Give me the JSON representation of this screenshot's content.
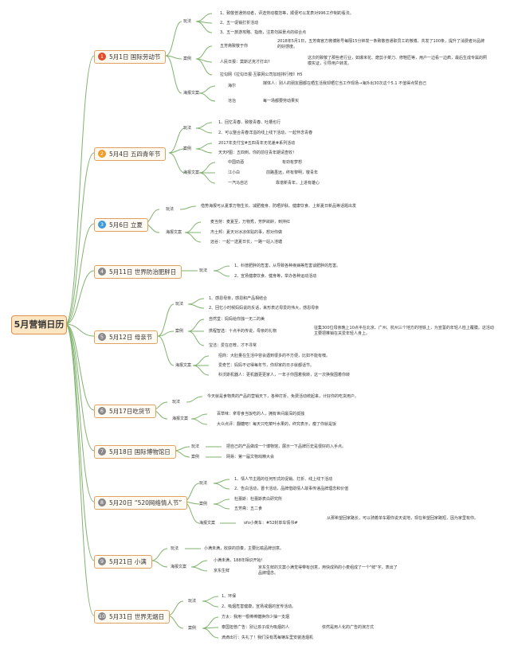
{
  "root": "5月营销日历",
  "colors": {
    "line": "#7fb36e",
    "root_border": "#e0904a",
    "root_fill": "#fde6c4",
    "date_border": "#e0a060",
    "num_red": "#e04a2a",
    "num_orange": "#f09a2a",
    "num_blue": "#3a9ad8",
    "num_gray": "#888888"
  },
  "dates": [
    {
      "num": "1",
      "label": "5月1日  国际劳动节"
    },
    {
      "num": "2",
      "label": "5月4日  五四青年节"
    },
    {
      "num": "3",
      "label": "5月6日  立夏"
    },
    {
      "num": "4",
      "label": "5月11日  世界防治肥胖日"
    },
    {
      "num": "5",
      "label": "5月12日  母亲节"
    },
    {
      "num": "6",
      "label": "5月17日吃货节"
    },
    {
      "num": "7",
      "label": "5月18日  国际博物馆日"
    },
    {
      "num": "8",
      "label": "5月20日 “520网络情人节”"
    },
    {
      "num": "9",
      "label": "5月21日  小满"
    },
    {
      "num": "10",
      "label": "5月31日  世界无烟日"
    }
  ],
  "t": {
    "a1": "玩法",
    "a2": "1、致敬普通劳动者，评选劳动模范等，顺便可以发表对996工作制的看法。",
    "a3": "2、五一促销打折活动",
    "a4": "3、五一旅游攻略、指南，注意勿踩景点的综合点",
    "a5": "案例",
    "a6": "五芳斋致敬于你",
    "a7": "2018年5月1日，五芳斋官方微博账号每隔15分钟发一条致敬普通职员工的微博，共发了100条，提升了消费者对品牌的好感度。",
    "a8": "人民日报：莫斯达克才打出?",
    "a9": "这次的致敬了那些老行业，如爆米花、磨剪子菜刀、修鞋匠等，用户一边看一边疯，最后生成专属的照模实证，引导用户转发。",
    "a10": "拉勾网《拉勾日报·互联网公司加班排行榜》H5",
    "a11": "海报文案",
    "a12": "海尔",
    "a13": "媒体人：别人的朋友圈都在晒生活我却晒它当工作现场→海外出30次这个5.1  不值得点赞自己",
    "a14": "沧治",
    "a15": "每一场都要劳动果实",
    "b1": "玩法",
    "b2": "1、回忆青春、致敬青春、吐槽也行",
    "b3": "2、可以整合青春洋溢的线上线下活动，一起怀念青春",
    "b4": "案例",
    "b5": "2017年支付宝#五四青年无花差#系列活动",
    "b6": "天天P图：五四到。你的前往青年期请查收！",
    "b7": "海报文案",
    "b8": "中国劲酒",
    "b9": "有劲有梦想",
    "b10": "江小白",
    "b11": "前路虽远，终有黎明，敬青年",
    "b12": "一汽马自达",
    "b13": "靠谱新青年，上进有雄心",
    "c1": "玩法",
    "c2": "借势海报可从夏季万物生长、减肥瘦身、防晒护肤、健康饮食、上新夏日新品等话题出发",
    "c3": "海报文案",
    "c4": "麦当劳：麦夏至，万物秀，芳萨欲醉，到拌红",
    "c5": "杰士邦：夏天对冰凉体贴的事，想对你做",
    "c6": "远谷：一起一送夏日长，一路一站入池塘",
    "d1": "玩法",
    "d2": "1、科普肥胖的危害，从导致各种疾病等危害谈肥胖的危害。",
    "d3": "2、宣扬健康饮食、健身等，举办各种运动活动",
    "e1": "玩法",
    "e2": "1、感恩母亲，感恩和产品相结合",
    "e3": "2、回忆小时候妈妈说的反话，来形表达母爱的伟大，感恩母亲",
    "e4": "案例",
    "e5": "自然堂：妈妈给你独一无二的美",
    "e6": "携程智选：十点半的传说，母亲的礼物",
    "e7": "征集300位母亲晚上10点半在北京、广州、杭州三个地方的地铁上，为宣誓的年轻人检上覆膜。这活动主要把推销在关爱年轻人身上。",
    "e8": "宝洁：爱在召荐，才不寻常",
    "e9": "海报文案",
    "e10": "招商：大肚量在生活中容会遇到很多的不方便，比如不能有噢。",
    "e11": "爱奇艺：妈妈不记得每年节，你却家的日子就都话节。",
    "e12": "科沃斯机器人：更机器更更家人，一年子你围着我转，这一次换我围着你转",
    "f1": "玩法",
    "f2": "今天就是食物类的产品的营销天下，各种打折、免费活动统起来，计好你的吃货用户。",
    "f3": "海报文案",
    "f4": "百草味：拿零食当饭吃的人，拥有世间最深的孤独",
    "f5": "大众点评：翻糖吧！每天只吃菜叶水果的，终究表示，瘦了你就是饭",
    "g1": "玩法",
    "g2": "把自己的产品做成一个博物馆，展示一下品牌历史是很好的入手点。",
    "g3": "案例",
    "g4": "网易：第一届文物戏精大会",
    "h1": "玩法",
    "h2": "1、情人节主题的任何形式的促销、打折、线上线下活动",
    "h3": "2、告白活动，晋卡活动，品牌借助情人故事传递品牌理念和价值",
    "h4": "案例",
    "h5": "杜蕾斯：杜蕾斯表白研究所",
    "h6": "五芳斋：五二食",
    "h7": "海报文案",
    "h8": "ofo小黄车：#52封单车情书#",
    "h9": "从那希望回家路长，可以骑着单车跟你说天说地，现在希望回家路短，因为家里有你。",
    "i1": "玩法",
    "i2": "小满未满，收获的前奏，主要比喻品牌创意。",
    "i3": "海报文案",
    "i4": "小满未满，188年相识开始！",
    "i5": "京东生鲜",
    "i6": "京东生鲜的文案小满觉得带有创意，用快成熟的小麦组成了一个\"鲜\"字，表出了品牌理念。",
    "j1": "玩法",
    "j2": "1、环保",
    "j3": "2、吸烟危害健康，宣扬戒烟的宣传活动。",
    "j4": "案例",
    "j5": "方太：我用一根棒棒糖换你少抽一支烟",
    "j6": "泰国担普广告：别让孩子成为吸烟的人",
    "j7": "依然是用人化的广告的演方式",
    "j8": "滴滴出行：失礼了！我们没有再每辆车里安装连烟机"
  }
}
